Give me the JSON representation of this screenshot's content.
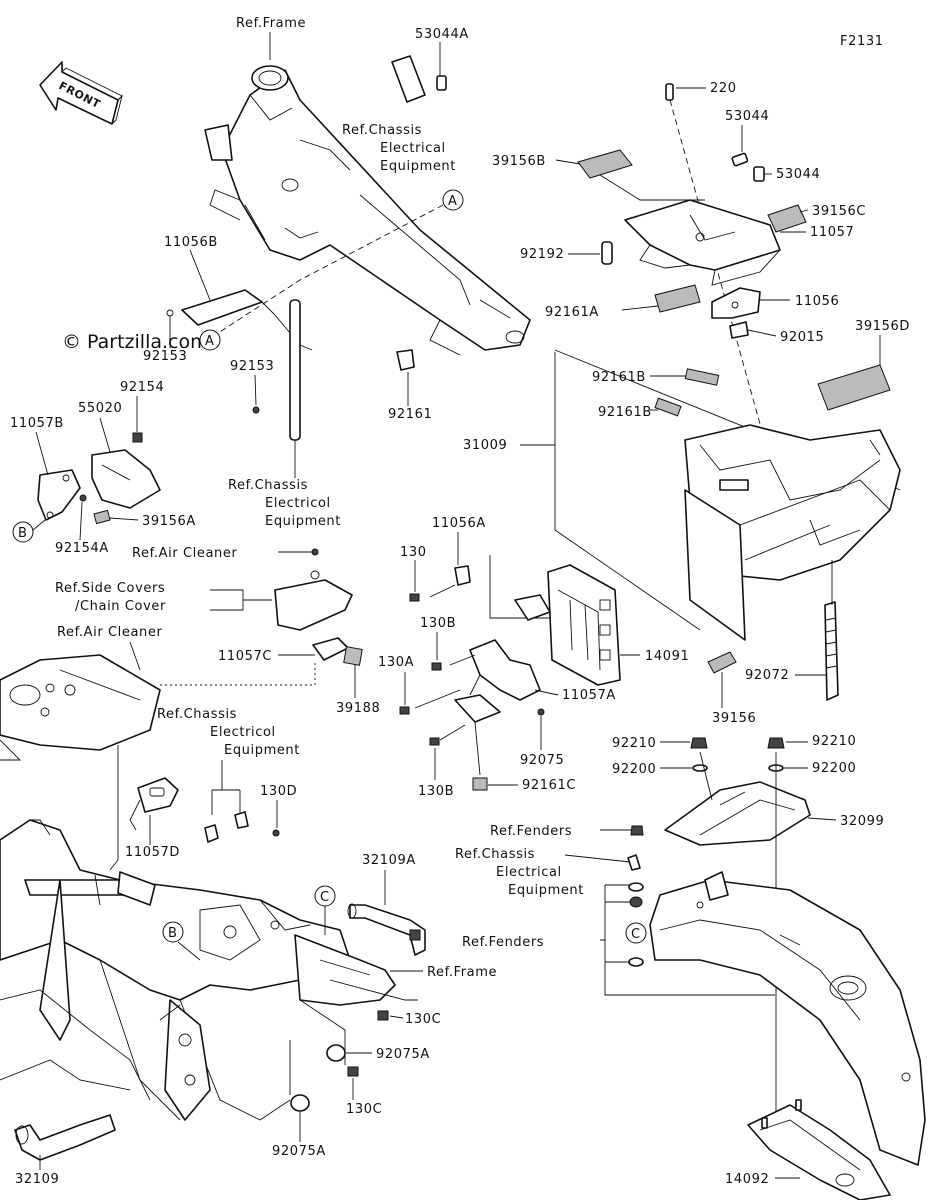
{
  "figure_code": "F2131",
  "watermark": "© Partzilla.com",
  "front_label": "FRONT",
  "callouts": {
    "a_upper": "A",
    "a_lower": "A",
    "b_left": "B",
    "b_frame": "B",
    "c_frame": "C",
    "c_right": "C"
  },
  "labels": {
    "ref_frame_top": "Ref.Frame",
    "p53044A": "53044A",
    "ref_chassis_1_l1": "Ref.Chassis",
    "ref_chassis_1_l2": "Electrical",
    "ref_chassis_1_l3": "Equipment",
    "p220": "220",
    "p53044_a": "53044",
    "p53044_b": "53044",
    "p39156B": "39156B",
    "p39156C": "39156C",
    "p11057": "11057",
    "p92192": "92192",
    "p92161A": "92161A",
    "p11056": "11056",
    "p92015": "92015",
    "p39156D": "39156D",
    "p11056B": "11056B",
    "p92153_a": "92153",
    "p92153_b": "92153",
    "p92161": "92161",
    "p92161B_a": "92161B",
    "p92161B_b": "92161B",
    "p31009": "31009",
    "p11057B": "11057B",
    "p55020": "55020",
    "p92154": "92154",
    "p39156A": "39156A",
    "p92154A": "92154A",
    "ref_chassis_2_l1": "Ref.Chassis",
    "ref_chassis_2_l2": "Electricol",
    "ref_chassis_2_l3": "Equipment",
    "ref_air_cleaner_1": "Ref.Air Cleaner",
    "ref_side_covers_l1": "Ref.Side Covers",
    "ref_side_covers_l2": "/Chain Cover",
    "ref_air_cleaner_2": "Ref.Air Cleaner",
    "p11057C": "11057C",
    "p39188": "39188",
    "p11056A": "11056A",
    "p130": "130",
    "p130B_a": "130B",
    "p130A": "130A",
    "p14091": "14091",
    "p11057A": "11057A",
    "p92072": "92072",
    "p39156": "39156",
    "p92075": "92075",
    "p130B_b": "130B",
    "p92161C": "92161C",
    "p92210_a": "92210",
    "p92210_b": "92210",
    "p92200_a": "92200",
    "p92200_b": "92200",
    "ref_chassis_3_l1": "Ref.Chassis",
    "ref_chassis_3_l2": "Electricol",
    "ref_chassis_3_l3": "Equipment",
    "p130D": "130D",
    "p11057D": "11057D",
    "p32109A": "32109A",
    "ref_frame_mid": "Ref.Frame",
    "p130C_a": "130C",
    "p92075A_a": "92075A",
    "p130C_b": "130C",
    "p92075A_b": "92075A",
    "p32109": "32109",
    "p32099": "32099",
    "ref_fenders_1": "Ref.Fenders",
    "ref_chassis_4_l1": "Ref.Chassis",
    "ref_chassis_4_l2": "Electrical",
    "ref_chassis_4_l3": "Equipment",
    "ref_fenders_2": "Ref.Fenders",
    "p14092": "14092"
  }
}
